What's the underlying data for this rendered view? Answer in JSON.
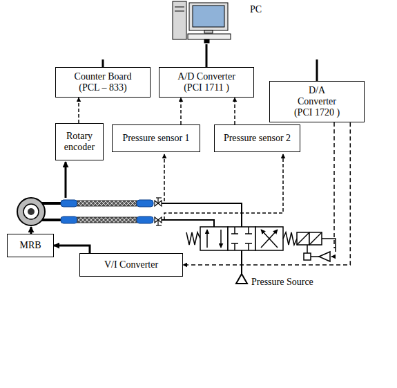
{
  "diagram": {
    "nodes": [
      {
        "text": [
          "PC"
        ]
      },
      {
        "text": [
          "Counter Board (PCL – 833)"
        ]
      },
      {
        "text": [
          "A/D Converter (PCI 1711 )"
        ]
      },
      {
        "text": [
          "D/A Converter (PCI 1720 )"
        ]
      },
      {
        "text": [
          "Rotary encoder"
        ]
      },
      {
        "text": [
          "Pressure sensor 1"
        ]
      },
      {
        "text": [
          "Pressure sensor 2"
        ]
      },
      {
        "text": [
          "MRB"
        ]
      },
      {
        "text": [
          "V/I Converter"
        ]
      }
    ],
    "edges": [
      {
        "from": 2,
        "to": 0,
        "arrow": "none"
      },
      {
        "from": 4,
        "to": 1,
        "arrow": "to"
      },
      {
        "from": 5,
        "to": 2,
        "arrow": "to"
      },
      {
        "from": 6,
        "to": 2,
        "arrow": "to"
      },
      {
        "from": 8,
        "to": 7,
        "arrow": "to"
      },
      {
        "from": 3,
        "to": 8,
        "arrow": "to"
      }
    ],
    "labels": [
      "Pressure Source"
    ]
  }
}
